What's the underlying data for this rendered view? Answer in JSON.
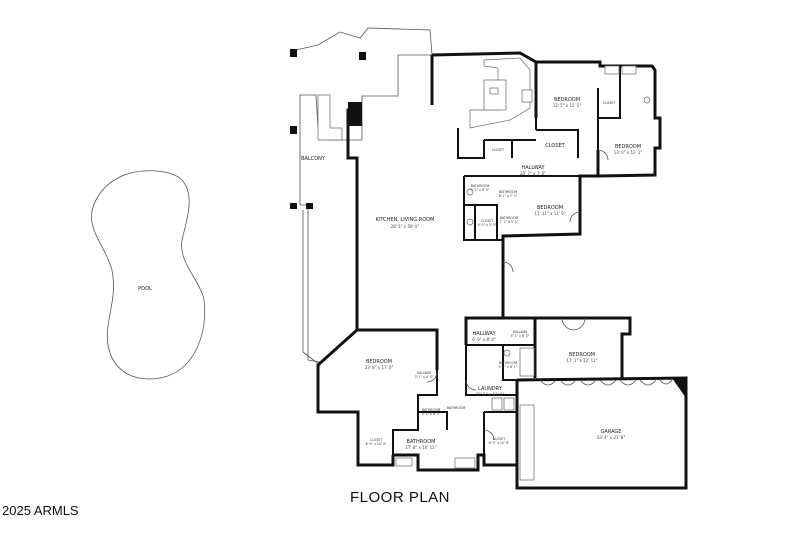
{
  "caption": "FLOOR PLAN",
  "copyright": "2025 ARMLS",
  "rooms": {
    "balcony": {
      "name": "BALCONY"
    },
    "pool": {
      "name": "POOL"
    },
    "kitchen_living": {
      "name": "KITCHEN, LIVING ROOM",
      "dims": "28' 5\" x 59' 0\""
    },
    "bedroom_ne": {
      "name": "BEDROOM",
      "dims": "12' 5\" x 15' 5\""
    },
    "bedroom_e": {
      "name": "BEDROOM",
      "dims": "13' 0\" x 12' 1\""
    },
    "closet_ne1": {
      "name": "CLOSET"
    },
    "closet_kitchen": {
      "name": "CLOSET"
    },
    "closet_hall": {
      "name": "CLOSET"
    },
    "hallway_n": {
      "name": "HALLWAY",
      "dims": "20' 7\" x 7' 0\""
    },
    "bathroom_n1": {
      "name": "BATHROOM",
      "dims": "5' 5\" x 6' 0\""
    },
    "bathroom_n2": {
      "name": "BATHROOM",
      "dims": "6' 1\" x 7' 1\""
    },
    "closet_n": {
      "name": "CLOSET",
      "dims": "4' 0\" x 3' 0\""
    },
    "bathroom_n3": {
      "name": "BATHROOM",
      "dims": "7' 1\" x 5' 1\""
    },
    "bedroom_mid": {
      "name": "BEDROOM",
      "dims": "11' 11\" x 11' 9\""
    },
    "hallway_s": {
      "name": "HALLWAY",
      "dims": "6' 9\" x 8' 4\""
    },
    "hallway_s2": {
      "name": "HALLWAY",
      "dims": "5' 1\" x 6' 0\""
    },
    "bathroom_s": {
      "name": "BATHROOM",
      "dims": "5' 1\" x 8' 1\""
    },
    "bedroom_se": {
      "name": "BEDROOM",
      "dims": "17' 1\" x 12' 11\""
    },
    "bedroom_sw": {
      "name": "BEDROOM",
      "dims": "23' 8\" x 17' 0\""
    },
    "hallway_sw": {
      "name": "HALLWAY",
      "dims": "3' 1\" x 4' 0\""
    },
    "laundry": {
      "name": "LAUNDRY",
      "dims": "10' 1\" x 11' 6\""
    },
    "bathroom_sw1": {
      "name": "BATHROOM",
      "dims": "5' 4\" x 6' 1\""
    },
    "bathroom_sw2": {
      "name": "BATHROOM"
    },
    "closet_sw": {
      "name": "CLOSET",
      "dims": "6' 0\" x 10' 4\""
    },
    "bathroom_main": {
      "name": "BATHROOM",
      "dims": "17' 8\" x 10' 11\""
    },
    "closet_s": {
      "name": "CLOSET",
      "dims": "6' 5\" x 10' 6\""
    },
    "garage": {
      "name": "GARAGE",
      "dims": "33' 4\" x 21' 8\""
    }
  }
}
